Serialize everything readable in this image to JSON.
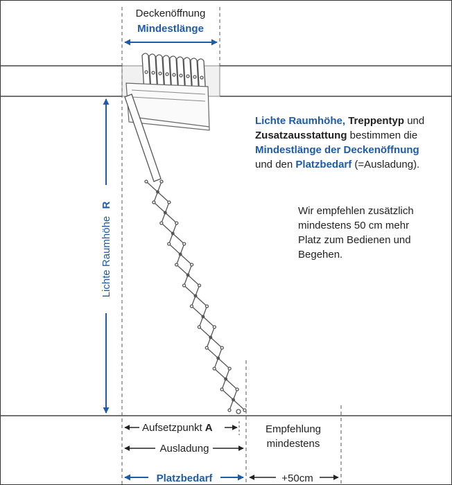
{
  "colors": {
    "accent_blue": "#1e5ba8",
    "text": "#222222",
    "line": "#555555"
  },
  "labels": {
    "opening_top": "Deckenöffnung",
    "opening_bottom": "Mindestlänge",
    "room_height_text": "Lichte Raumhöhe",
    "room_height_var": "R",
    "aufsetz_text": "Aufsetzpunkt",
    "aufsetz_var": "A",
    "ausladung": "Ausladung",
    "platzbedarf": "Platzbedarf",
    "empfehlung_1": "Empfehlung",
    "empfehlung_2": "mindestens",
    "empfehlung_3": "+50cm"
  },
  "info": {
    "p1": {
      "s1": "Lichte Raumhöhe,",
      "s2": "Treppentyp",
      "s3": " und",
      "s4": "Zusatzausstattung",
      "s5": " bestimmen die",
      "s6": "Mindestlänge der Deckenöffnung",
      "s7": "und den ",
      "s8": "Platzbedarf",
      "s9": " (=Ausladung)."
    },
    "p2": {
      "l1": "Wir empfehlen zusätzlich",
      "l2": "mindestens 50 cm mehr",
      "l3": "Platz zum Bedienen und",
      "l4": "Begehen."
    }
  }
}
